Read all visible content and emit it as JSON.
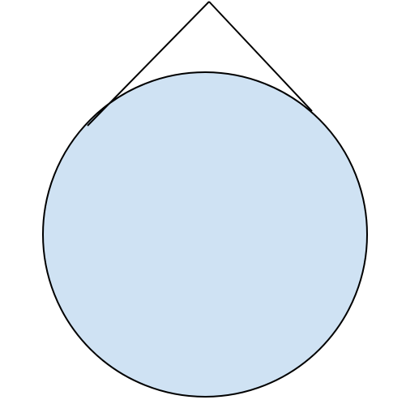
{
  "diagram": {
    "shapes": [
      {
        "kind": "circle",
        "name": "main-circle",
        "fill": "#cfe2f3",
        "stroke": "#000000"
      },
      {
        "kind": "line",
        "name": "left-tangent-line",
        "stroke": "#000000"
      },
      {
        "kind": "line",
        "name": "right-tangent-line",
        "stroke": "#000000"
      }
    ],
    "colors": {
      "background": "#ffffff",
      "circle_fill": "#cfe2f3",
      "stroke": "#000000"
    }
  }
}
